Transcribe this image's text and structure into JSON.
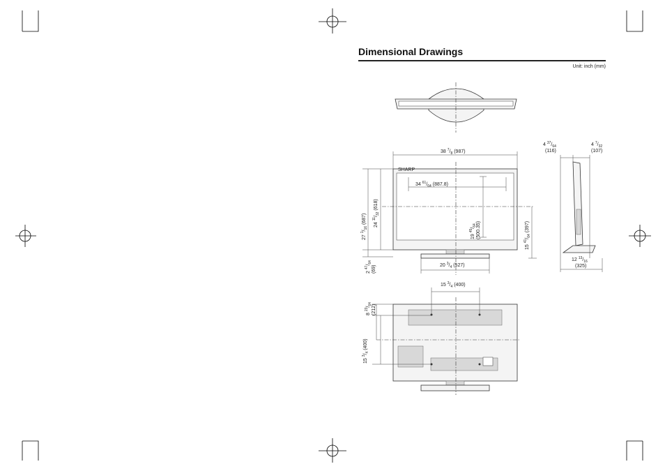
{
  "page": {
    "title": "Dimensional Drawings",
    "unit_note": "Unit: inch (mm)"
  },
  "dims": {
    "overall_width": {
      "whole": "38",
      "num": "7",
      "den": "8",
      "mm": "(987)"
    },
    "screen_width": {
      "whole": "34",
      "num": "61",
      "den": "64",
      "mm": "(887.8)"
    },
    "screen_height": {
      "whole": "19",
      "num": "45",
      "den": "64",
      "mm": "(500.35)"
    },
    "overall_height": {
      "whole": "27",
      "num": "1",
      "den": "16",
      "mm": "(687)"
    },
    "body_height": {
      "whole": "24",
      "num": "11",
      "den": "32",
      "mm": "(618)"
    },
    "stand_to_center": {
      "whole": "15",
      "num": "41",
      "den": "64",
      "mm": "(397)"
    },
    "stand_height": {
      "whole": "2",
      "num": "47",
      "den": "64",
      "mm": "(69)"
    },
    "stand_width": {
      "whole": "20",
      "num": "3",
      "den": "4",
      "mm": "(527)"
    },
    "depth_total": {
      "whole": "4",
      "num": "37",
      "den": "64",
      "mm": "(116)"
    },
    "depth_body": {
      "whole": "4",
      "num": "7",
      "den": "32",
      "mm": "(107)"
    },
    "stand_depth": {
      "whole": "12",
      "num": "13",
      "den": "16",
      "mm": "(325)"
    },
    "vesa_width": {
      "whole": "15",
      "num": "3",
      "den": "4",
      "mm": "(400)"
    },
    "vesa_top": {
      "whole": "8",
      "num": "23",
      "den": "64",
      "mm": "(212)"
    },
    "vesa_height": {
      "whole": "15",
      "num": "3",
      "den": "4",
      "mm": "(400)"
    }
  }
}
